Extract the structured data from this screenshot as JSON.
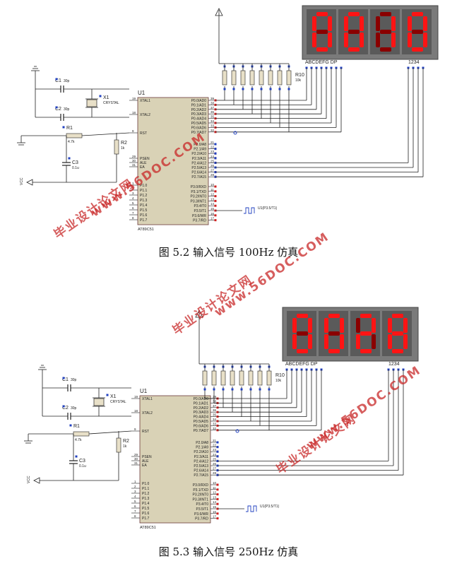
{
  "captions": {
    "fig1": "图 5.2  输入信号 100Hz 仿真",
    "fig2": "图 5.3  输入信号 250Hz 仿真"
  },
  "watermarks": {
    "site": "www.56DOC.COM",
    "cn": "毕业设计论文网"
  },
  "figures": [
    {
      "display_digits": [
        "0",
        "0",
        "1",
        "0"
      ],
      "display_labels": {
        "segments": "ABCDEFG  DP",
        "digits": "1234"
      },
      "chip": {
        "ref": "U1",
        "part": "AT89C51"
      },
      "components": {
        "c1": {
          "ref": "C1",
          "value": "30p"
        },
        "c2": {
          "ref": "C2",
          "value": "30p"
        },
        "x1": {
          "ref": "X1",
          "value": "CRYSTAL"
        },
        "r1": {
          "ref": "R1",
          "value": "4.7k"
        },
        "r2": {
          "ref": "R2",
          "value": "1k"
        },
        "c3": {
          "ref": "C3",
          "value": "0.1u"
        },
        "r10": {
          "ref": "R10",
          "value": "10k"
        },
        "vcc": "VCC",
        "signal": "U1(P3.5/T1)"
      },
      "left_pins": [
        {
          "num": "19",
          "name": "XTAL1"
        },
        {
          "num": "18",
          "name": "XTAL2"
        },
        {
          "num": "9",
          "name": "RST"
        },
        {
          "num": "29",
          "name": "PSEN"
        },
        {
          "num": "30",
          "name": "ALE"
        },
        {
          "num": "31",
          "name": "EA"
        },
        {
          "num": "1",
          "name": "P1.0"
        },
        {
          "num": "2",
          "name": "P1.1"
        },
        {
          "num": "3",
          "name": "P1.2"
        },
        {
          "num": "4",
          "name": "P1.3"
        },
        {
          "num": "5",
          "name": "P1.4"
        },
        {
          "num": "6",
          "name": "P1.5"
        },
        {
          "num": "7",
          "name": "P1.6"
        },
        {
          "num": "8",
          "name": "P1.7"
        }
      ],
      "right_pins": [
        {
          "num": "39",
          "name": "P0.0/AD0"
        },
        {
          "num": "38",
          "name": "P0.1/AD1"
        },
        {
          "num": "37",
          "name": "P0.2/AD2"
        },
        {
          "num": "36",
          "name": "P0.3/AD3"
        },
        {
          "num": "35",
          "name": "P0.4/AD4"
        },
        {
          "num": "34",
          "name": "P0.5/AD5"
        },
        {
          "num": "33",
          "name": "P0.6/AD6"
        },
        {
          "num": "32",
          "name": "P0.7/AD7"
        },
        {
          "num": "21",
          "name": "P2.0/A8"
        },
        {
          "num": "22",
          "name": "P2.1/A9"
        },
        {
          "num": "23",
          "name": "P2.2/A10"
        },
        {
          "num": "24",
          "name": "P2.3/A11"
        },
        {
          "num": "25",
          "name": "P2.4/A12"
        },
        {
          "num": "26",
          "name": "P2.5/A13"
        },
        {
          "num": "27",
          "name": "P2.6/A14"
        },
        {
          "num": "28",
          "name": "P2.7/A15"
        },
        {
          "num": "10",
          "name": "P3.0/RXD"
        },
        {
          "num": "11",
          "name": "P3.1/TXD"
        },
        {
          "num": "12",
          "name": "P3.2/INT0"
        },
        {
          "num": "13",
          "name": "P3.3/INT1"
        },
        {
          "num": "14",
          "name": "P3.4/T0"
        },
        {
          "num": "15",
          "name": "P3.5/T1"
        },
        {
          "num": "16",
          "name": "P3.6/WR"
        },
        {
          "num": "17",
          "name": "P3.7/RD"
        }
      ]
    },
    {
      "display_digits": [
        "0",
        "0",
        "2",
        "8"
      ],
      "display_labels": {
        "segments": "ABCDEFG  DP",
        "digits": "1234"
      },
      "chip": {
        "ref": "U1",
        "part": "AT89C51"
      },
      "components": {
        "c1": {
          "ref": "C1",
          "value": "30p"
        },
        "c2": {
          "ref": "C2",
          "value": "30p"
        },
        "x1": {
          "ref": "X1",
          "value": "CRYSTAL"
        },
        "r1": {
          "ref": "R1",
          "value": "4.7k"
        },
        "r2": {
          "ref": "R2",
          "value": "1k"
        },
        "c3": {
          "ref": "C3",
          "value": "0.1u"
        },
        "r10": {
          "ref": "R10",
          "value": "10k"
        },
        "vcc": "VCC",
        "signal": "U1(P3.5/T1)"
      },
      "left_pins": [
        {
          "num": "19",
          "name": "XTAL1"
        },
        {
          "num": "18",
          "name": "XTAL2"
        },
        {
          "num": "9",
          "name": "RST"
        },
        {
          "num": "29",
          "name": "PSEN"
        },
        {
          "num": "30",
          "name": "ALE"
        },
        {
          "num": "31",
          "name": "EA"
        },
        {
          "num": "1",
          "name": "P1.0"
        },
        {
          "num": "2",
          "name": "P1.1"
        },
        {
          "num": "3",
          "name": "P1.2"
        },
        {
          "num": "4",
          "name": "P1.3"
        },
        {
          "num": "5",
          "name": "P1.4"
        },
        {
          "num": "6",
          "name": "P1.5"
        },
        {
          "num": "7",
          "name": "P1.6"
        },
        {
          "num": "8",
          "name": "P1.7"
        }
      ],
      "right_pins": [
        {
          "num": "39",
          "name": "P0.0/AD0"
        },
        {
          "num": "38",
          "name": "P0.1/AD1"
        },
        {
          "num": "37",
          "name": "P0.2/AD2"
        },
        {
          "num": "36",
          "name": "P0.3/AD3"
        },
        {
          "num": "35",
          "name": "P0.4/AD4"
        },
        {
          "num": "34",
          "name": "P0.5/AD5"
        },
        {
          "num": "33",
          "name": "P0.6/AD6"
        },
        {
          "num": "32",
          "name": "P0.7/AD7"
        },
        {
          "num": "21",
          "name": "P2.0/A8"
        },
        {
          "num": "22",
          "name": "P2.1/A9"
        },
        {
          "num": "23",
          "name": "P2.2/A10"
        },
        {
          "num": "24",
          "name": "P2.3/A11"
        },
        {
          "num": "25",
          "name": "P2.4/A12"
        },
        {
          "num": "26",
          "name": "P2.5/A13"
        },
        {
          "num": "27",
          "name": "P2.6/A14"
        },
        {
          "num": "28",
          "name": "P2.7/A15"
        },
        {
          "num": "10",
          "name": "P3.0/RXD"
        },
        {
          "num": "11",
          "name": "P3.1/TXD"
        },
        {
          "num": "12",
          "name": "P3.2/INT0"
        },
        {
          "num": "13",
          "name": "P3.3/INT1"
        },
        {
          "num": "14",
          "name": "P3.4/T0"
        },
        {
          "num": "15",
          "name": "P3.5/T1"
        },
        {
          "num": "16",
          "name": "P3.6/WR"
        },
        {
          "num": "17",
          "name": "P3.7/RD"
        }
      ]
    }
  ],
  "colors": {
    "chip_fill": "#d9d2b6",
    "chip_stroke": "#6b3a3a",
    "display_bg": "#7a7a7a",
    "segment_on": "#ff1414",
    "segment_off": "#8a0000",
    "wire": "#202020",
    "pin_red": "#d22020",
    "pin_blue": "#2040c0",
    "watermark": "#c82828"
  }
}
